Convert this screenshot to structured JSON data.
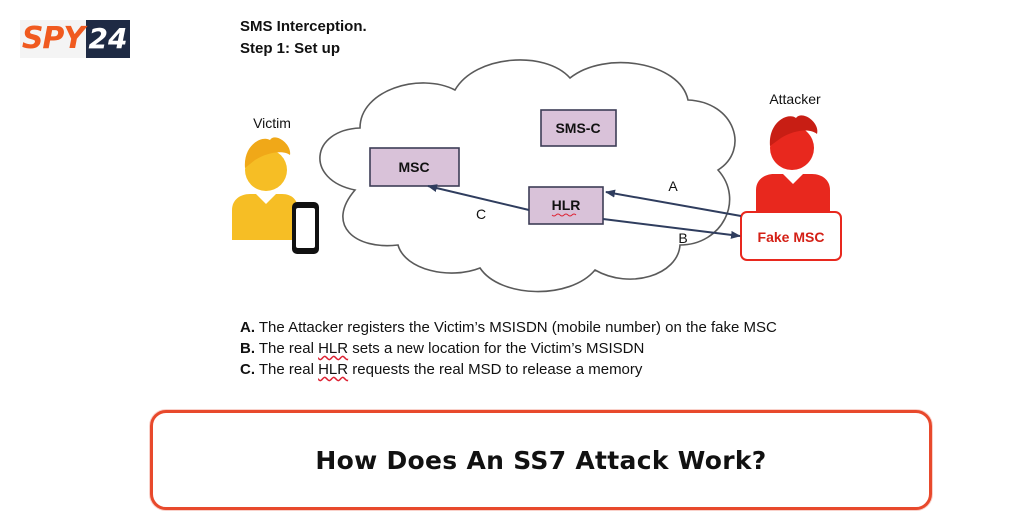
{
  "logo": {
    "brand": "SPY",
    "number": "24"
  },
  "slide": {
    "title_line1": "SMS Interception.",
    "title_line2": "Step 1: Set up"
  },
  "diagram": {
    "victim_label": "Victim",
    "attacker_label": "Attacker",
    "nodes": {
      "msc": "MSC",
      "smsc": "SMS-C",
      "hlr": "HLR",
      "fake_msc": "Fake MSC"
    },
    "arrows": {
      "a": "A",
      "b": "B",
      "c": "C"
    },
    "colors": {
      "node_fill": "#d9c2d9",
      "node_stroke": "#3d3d56",
      "victim": "#f6be25",
      "attacker": "#e8281e",
      "fake_msc_border": "#e8281e",
      "arrow": "#2f3d5e"
    }
  },
  "steps": [
    {
      "letter": "A.",
      "text": " The Attacker registers the Victim’s MSISDN (mobile number) on the fake MSC"
    },
    {
      "letter": "B.",
      "pre": " The real ",
      "mark": "HLR",
      "post": " sets a new location for the Victim’s MSISDN"
    },
    {
      "letter": "C.",
      "pre": " The real ",
      "mark": "HLR",
      "post": " requests the real MSD to release a memory"
    }
  ],
  "banner": {
    "text": "How Does An SS7 Attack Work?",
    "border_color": "#e8492c"
  }
}
